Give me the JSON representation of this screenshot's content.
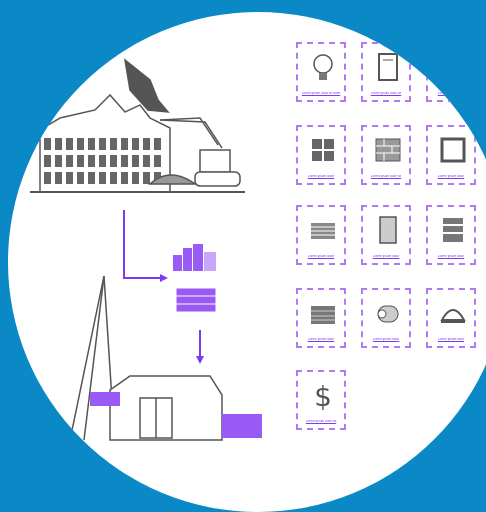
{
  "colors": {
    "background": "#0a89c6",
    "accent": "#7a3cf0",
    "ink": "#555555"
  },
  "tiles": [
    {
      "icon": "lightbulb-icon",
      "label": "Lorem ipsum dolor sit amet"
    },
    {
      "icon": "book-icon",
      "label": "Lorem ipsum dolor sit"
    },
    {
      "icon": "document-icon",
      "label": "Lorem ipsum dolor"
    },
    {
      "icon": "window-grid-icon",
      "label": "Lorem ipsum dolor"
    },
    {
      "icon": "brick-wall-icon",
      "label": "Lorem ipsum dolor sit"
    },
    {
      "icon": "frame-icon",
      "label": "Lorem ipsum dolor"
    },
    {
      "icon": "lumber-stack-icon",
      "label": "Lorem ipsum dolor"
    },
    {
      "icon": "panel-icon",
      "label": "Lorem ipsum dolor"
    },
    {
      "icon": "shelving-icon",
      "label": "Lorem ipsum dolor"
    },
    {
      "icon": "planks-icon",
      "label": "Lorem ipsum dolor"
    },
    {
      "icon": "insulation-roll-icon",
      "label": "Lorem ipsum dolor"
    },
    {
      "icon": "hard-hat-icon",
      "label": "Lorem ipsum dolor"
    },
    {
      "icon": "dollar-icon",
      "label": "Lorem ipsum dolor sit"
    }
  ]
}
